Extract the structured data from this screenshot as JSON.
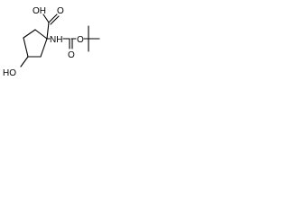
{
  "molecule": {
    "labels": {
      "carboxyl": "OH",
      "carbonyl_o_top": "O",
      "amide_nh": "NH",
      "carbamate_o_bottom": "O",
      "ester_o": "O",
      "hydroxyl": "HO"
    }
  }
}
